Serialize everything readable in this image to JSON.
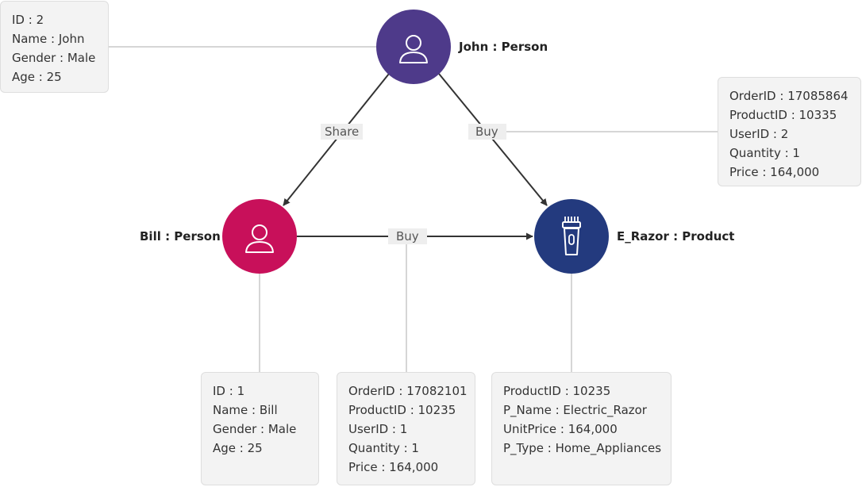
{
  "nodes": {
    "john": {
      "label": "John : Person",
      "color": "#4e3a8a",
      "icon": "person-icon"
    },
    "bill": {
      "label": "Bill : Person",
      "color": "#c8105a",
      "icon": "person-icon"
    },
    "razor": {
      "label": "E_Razor : Product",
      "color": "#233a7e",
      "icon": "razor-icon"
    }
  },
  "edges": {
    "share": {
      "label": "Share",
      "from": "John : Person",
      "to": "Bill : Person"
    },
    "john_buy": {
      "label": "Buy",
      "from": "John : Person",
      "to": "E_Razor : Product"
    },
    "bill_buy": {
      "label": "Buy",
      "from": "Bill : Person",
      "to": "E_Razor : Product"
    }
  },
  "cards": {
    "john": [
      "ID : 2",
      "Name : John",
      "Gender : Male",
      "Age : 25"
    ],
    "john_buy": [
      "OrderID : 17085864",
      "ProductID : 10335",
      "UserID : 2",
      "Quantity : 1",
      "Price : 164,000"
    ],
    "bill": [
      "ID : 1",
      "Name : Bill",
      "Gender : Male",
      "Age : 25"
    ],
    "bill_buy": [
      "OrderID : 17082101",
      "ProductID : 10235",
      "UserID : 1",
      "Quantity : 1",
      "Price : 164,000"
    ],
    "razor": [
      "ProductID : 10235",
      "P_Name : Electric_Razor",
      "UnitPrice : 164,000",
      "P_Type : Home_Appliances"
    ]
  }
}
